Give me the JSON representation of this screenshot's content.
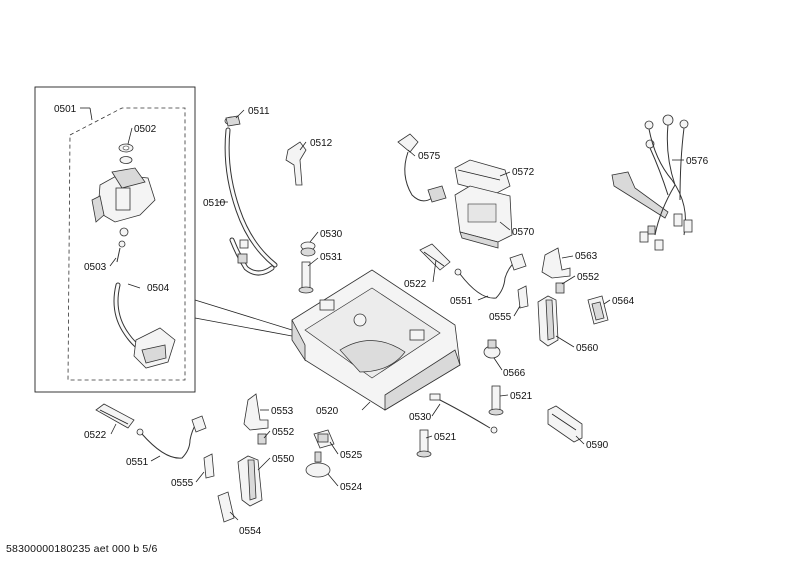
{
  "diagram": {
    "footer_text": "58300000180235 aet 000 b 5/6",
    "parts": {
      "p0501": "0501",
      "p0502": "0502",
      "p0503": "0503",
      "p0504": "0504",
      "p0510": "0510",
      "p0511": "0511",
      "p0512": "0512",
      "p0520": "0520",
      "p0521a": "0521",
      "p0521b": "0521",
      "p0522a": "0522",
      "p0522b": "0522",
      "p0524": "0524",
      "p0525": "0525",
      "p0530a": "0530",
      "p0530b": "0530",
      "p0531": "0531",
      "p0550": "0550",
      "p0551a": "0551",
      "p0551b": "0551",
      "p0552a": "0552",
      "p0552b": "0552",
      "p0553": "0553",
      "p0554": "0554",
      "p0555a": "0555",
      "p0555b": "0555",
      "p0560": "0560",
      "p0563": "0563",
      "p0564": "0564",
      "p0566": "0566",
      "p0570": "0570",
      "p0572": "0572",
      "p0575": "0575",
      "p0576": "0576",
      "p0590": "0590"
    }
  }
}
